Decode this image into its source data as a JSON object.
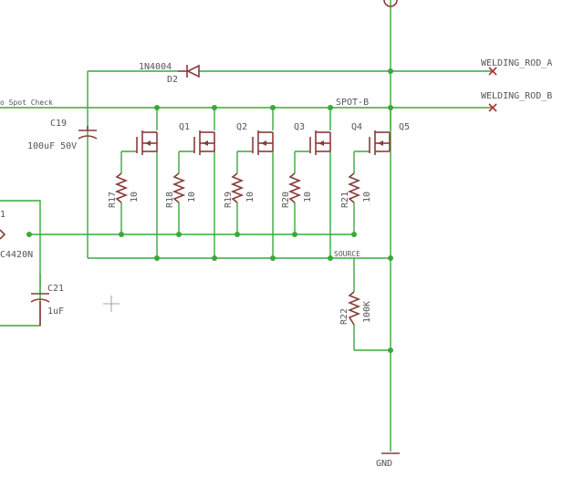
{
  "labels": {
    "diode_part": "1N4004",
    "diode_ref": "D2",
    "net_left_fragment": "o Spot Check",
    "net_spot_b": "SPOT-B",
    "welding_rod_a": "WELDING_ROD_A",
    "welding_rod_b": "WELDING_ROD_B",
    "cap_ref": "C19",
    "cap_value": "100uF 50V",
    "mosfet_refs": [
      "Q1",
      "Q2",
      "Q3",
      "Q4",
      "Q5"
    ],
    "resistor_refs": [
      "R17",
      "R18",
      "R19",
      "R20",
      "R21"
    ],
    "resistor_value": "10",
    "ic_fragment": "C4420N",
    "ic_pin_fragment": "1",
    "cap2_ref": "C21",
    "cap2_value": "1uF",
    "net_source": "SOURCE",
    "r22_ref": "R22",
    "r22_value": "100K",
    "gnd_label": "GND"
  },
  "colors": {
    "wire": "#3aa83a",
    "component": "#8a3a3a",
    "label_text": "#555555",
    "no_connect": "#b03030"
  }
}
